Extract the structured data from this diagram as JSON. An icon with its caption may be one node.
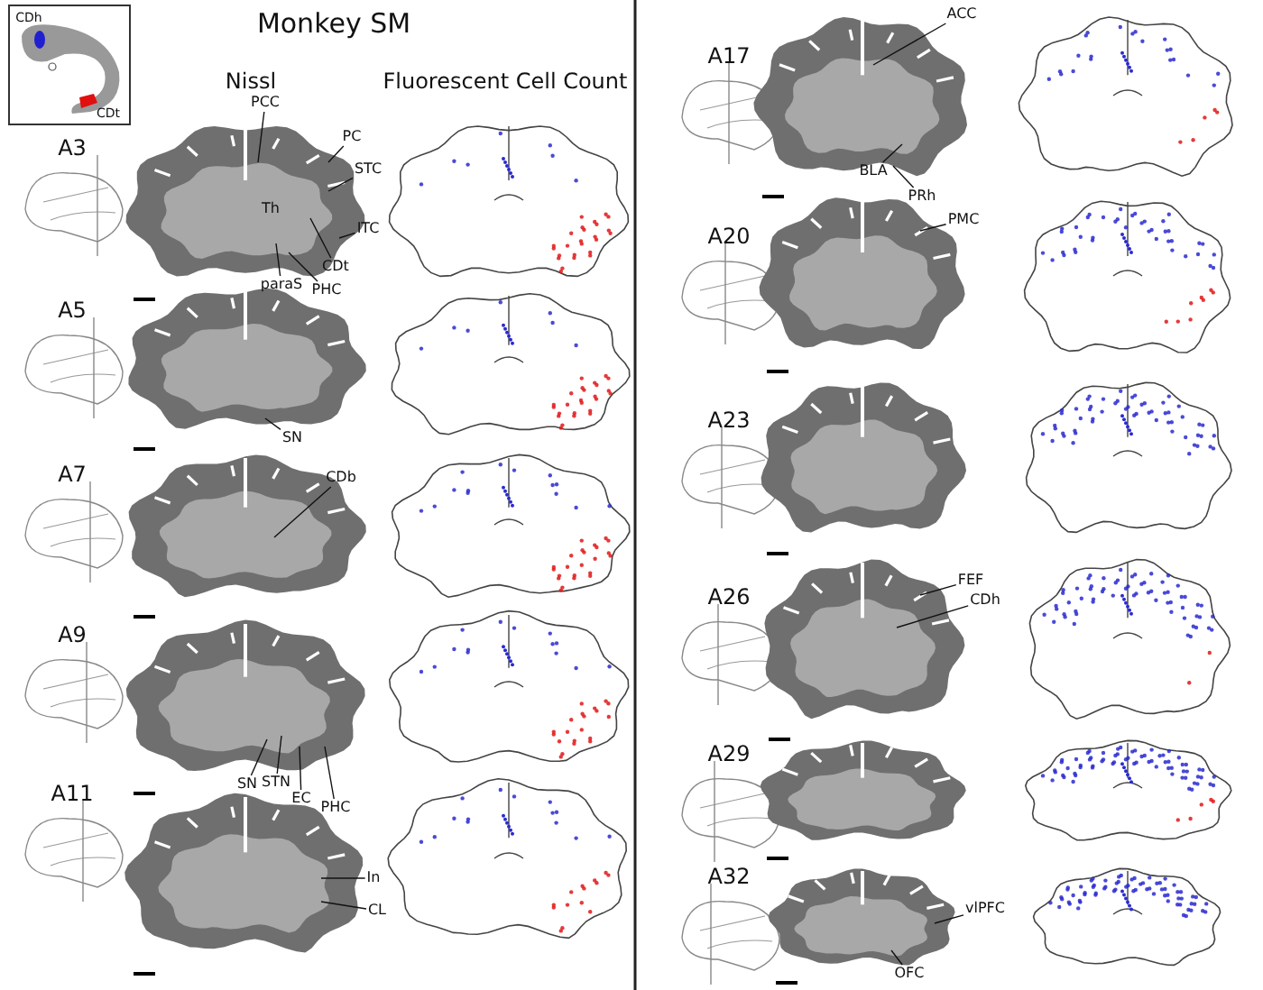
{
  "diagram": {
    "title": "Monkey SM",
    "nodes": [
      {
        "text": [
          "PCC"
        ]
      },
      {
        "text": [
          "PC"
        ]
      },
      {
        "text": [
          "STC"
        ]
      },
      {
        "text": [
          "ITC"
        ]
      },
      {
        "text": [
          "CDt"
        ]
      },
      {
        "text": [
          "paraS"
        ]
      },
      {
        "text": [
          "PHC"
        ]
      },
      {
        "text": [
          "SN"
        ]
      },
      {
        "text": [
          "CDb"
        ]
      },
      {
        "text": [
          "SN"
        ]
      },
      {
        "text": [
          "STN"
        ]
      },
      {
        "text": [
          "EC"
        ]
      },
      {
        "text": [
          "PHC"
        ]
      },
      {
        "text": [
          "In"
        ]
      },
      {
        "text": [
          "CL"
        ]
      },
      {
        "text": [
          "ACC"
        ]
      },
      {
        "text": [
          "BLA"
        ]
      },
      {
        "text": [
          "PRh"
        ]
      },
      {
        "text": [
          "PMC"
        ]
      },
      {
        "text": [
          "FEF"
        ]
      },
      {
        "text": [
          "CDh"
        ]
      },
      {
        "text": [
          "vlPFC"
        ]
      },
      {
        "text": [
          "OFC"
        ]
      },
      {
        "text": [],
        "shape": "picture"
      },
      {
        "text": [],
        "shape": "picture"
      },
      {
        "text": [],
        "shape": "picture"
      },
      {
        "text": [],
        "shape": "picture"
      },
      {
        "text": [],
        "shape": "picture"
      },
      {
        "text": [],
        "shape": "picture"
      },
      {
        "text": [],
        "shape": "picture"
      },
      {
        "text": [],
        "shape": "picture"
      },
      {
        "text": [],
        "shape": "picture"
      },
      {
        "text": [],
        "shape": "picture"
      },
      {
        "text": [],
        "shape": "picture"
      }
    ],
    "edges": [
      {
        "from": 0,
        "to": 23,
        "arrow": "none"
      },
      {
        "from": 1,
        "to": 23,
        "arrow": "none"
      },
      {
        "from": 2,
        "to": 23,
        "arrow": "none"
      },
      {
        "from": 3,
        "to": 23,
        "arrow": "none"
      },
      {
        "from": 4,
        "to": 23,
        "arrow": "none"
      },
      {
        "from": 5,
        "to": 23,
        "arrow": "none"
      },
      {
        "from": 6,
        "to": 23,
        "arrow": "none"
      },
      {
        "from": 7,
        "to": 24,
        "arrow": "none"
      },
      {
        "from": 8,
        "to": 25,
        "arrow": "none"
      },
      {
        "from": 9,
        "to": 26,
        "arrow": "none"
      },
      {
        "from": 10,
        "to": 26,
        "arrow": "none"
      },
      {
        "from": 11,
        "to": 26,
        "arrow": "none"
      },
      {
        "from": 12,
        "to": 26,
        "arrow": "none"
      },
      {
        "from": 13,
        "to": 27,
        "arrow": "none"
      },
      {
        "from": 14,
        "to": 27,
        "arrow": "none"
      },
      {
        "from": 15,
        "to": 28,
        "arrow": "none"
      },
      {
        "from": 16,
        "to": 28,
        "arrow": "none"
      },
      {
        "from": 17,
        "to": 28,
        "arrow": "none"
      },
      {
        "from": 18,
        "to": 29,
        "arrow": "none"
      },
      {
        "from": 19,
        "to": 31,
        "arrow": "none"
      },
      {
        "from": 20,
        "to": 31,
        "arrow": "none"
      },
      {
        "from": 21,
        "to": 33,
        "arrow": "none"
      },
      {
        "from": 22,
        "to": 33,
        "arrow": "none"
      }
    ],
    "labels": [
      "CDh",
      "CDt",
      "Nissl",
      "Fluorescent Cell Count",
      "A3",
      "Th",
      "A5",
      "A7",
      "A9",
      "A11",
      "A17",
      "A20",
      "A23",
      "A26",
      "A29",
      "A32"
    ]
  }
}
